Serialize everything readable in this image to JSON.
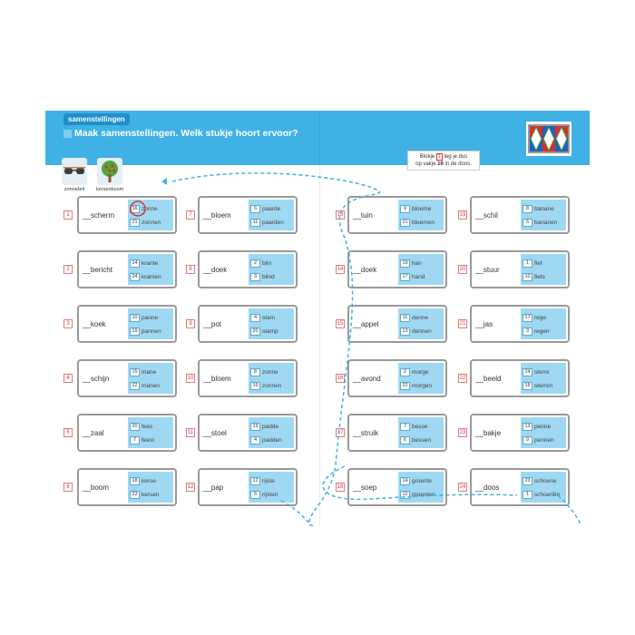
{
  "header": {
    "tag": "samenstellingen",
    "title": "Maak samenstellingen. Welk stukje hoort ervoor?"
  },
  "examples": [
    {
      "caption": "zonnebril"
    },
    {
      "caption": "kersenboom"
    }
  ],
  "note": {
    "line1_a": "Blokje",
    "box_num": "1",
    "line1_b": "leg je dus",
    "line2_a": "op vakje",
    "line2_num": "16",
    "line2_b": "in de doos."
  },
  "items": [
    {
      "num": "1",
      "word": "__scherm",
      "options": [
        {
          "n": "16",
          "t": "zonne"
        },
        {
          "n": "21",
          "t": "zonnen"
        }
      ]
    },
    {
      "num": "2",
      "word": "__bericht",
      "options": [
        {
          "n": "14",
          "t": "krante"
        },
        {
          "n": "24",
          "t": "kranten"
        }
      ]
    },
    {
      "num": "3",
      "word": "__koek",
      "options": [
        {
          "n": "10",
          "t": "panne"
        },
        {
          "n": "19",
          "t": "pannen"
        }
      ]
    },
    {
      "num": "4",
      "word": "__schijn",
      "options": [
        {
          "n": "15",
          "t": "mane"
        },
        {
          "n": "22",
          "t": "manen"
        }
      ]
    },
    {
      "num": "5",
      "word": "__zaal",
      "options": [
        {
          "n": "20",
          "t": "fees"
        },
        {
          "n": "7",
          "t": "feest"
        }
      ]
    },
    {
      "num": "6",
      "word": "__boom",
      "options": [
        {
          "n": "18",
          "t": "kerse"
        },
        {
          "n": "23",
          "t": "kersen"
        }
      ]
    },
    {
      "num": "7",
      "word": "__bloem",
      "options": [
        {
          "n": "6",
          "t": "paarde"
        },
        {
          "n": "11",
          "t": "paarden"
        }
      ]
    },
    {
      "num": "8",
      "word": "__doek",
      "options": [
        {
          "n": "2",
          "t": "blin"
        },
        {
          "n": "3",
          "t": "blind"
        }
      ]
    },
    {
      "num": "9",
      "word": "__pot",
      "options": [
        {
          "n": "4",
          "t": "stam"
        },
        {
          "n": "20",
          "t": "stamp"
        }
      ]
    },
    {
      "num": "10",
      "word": "__bloem",
      "options": [
        {
          "n": "8",
          "t": "zonne"
        },
        {
          "n": "16",
          "t": "zonnen"
        }
      ]
    },
    {
      "num": "11",
      "word": "__stoel",
      "options": [
        {
          "n": "15",
          "t": "padde"
        },
        {
          "n": "4",
          "t": "padden"
        }
      ]
    },
    {
      "num": "12",
      "word": "__pap",
      "options": [
        {
          "n": "12",
          "t": "rijste"
        },
        {
          "n": "5",
          "t": "rijsten"
        }
      ]
    },
    {
      "num": "13",
      "word": "__tuin",
      "options": [
        {
          "n": "9",
          "t": "bloeme"
        },
        {
          "n": "21",
          "t": "bloemen"
        }
      ]
    },
    {
      "num": "14",
      "word": "__doek",
      "options": [
        {
          "n": "19",
          "t": "han"
        },
        {
          "n": "17",
          "t": "hand"
        }
      ]
    },
    {
      "num": "15",
      "word": "__appel",
      "options": [
        {
          "n": "11",
          "t": "denne"
        },
        {
          "n": "13",
          "t": "dennen"
        }
      ]
    },
    {
      "num": "16",
      "word": "__avond",
      "options": [
        {
          "n": "2",
          "t": "morge"
        },
        {
          "n": "22",
          "t": "morgen"
        }
      ]
    },
    {
      "num": "17",
      "word": "__struik",
      "options": [
        {
          "n": "7",
          "t": "besse"
        },
        {
          "n": "6",
          "t": "bessen"
        }
      ]
    },
    {
      "num": "18",
      "word": "__soep",
      "options": [
        {
          "n": "14",
          "t": "groente"
        },
        {
          "n": "12",
          "t": "groenten"
        }
      ]
    },
    {
      "num": "19",
      "word": "__schil",
      "options": [
        {
          "n": "8",
          "t": "banane"
        },
        {
          "n": "5",
          "t": "bananen"
        }
      ]
    },
    {
      "num": "20",
      "word": "__stuur",
      "options": [
        {
          "n": "1",
          "t": "fiet"
        },
        {
          "n": "10",
          "t": "fiets"
        }
      ]
    },
    {
      "num": "21",
      "word": "__jas",
      "options": [
        {
          "n": "17",
          "t": "rege"
        },
        {
          "n": "3",
          "t": "regen"
        }
      ]
    },
    {
      "num": "22",
      "word": "__beeld",
      "options": [
        {
          "n": "24",
          "t": "sterre"
        },
        {
          "n": "18",
          "t": "sterren"
        }
      ]
    },
    {
      "num": "23",
      "word": "__bakje",
      "options": [
        {
          "n": "13",
          "t": "penne"
        },
        {
          "n": "9",
          "t": "pennen"
        }
      ]
    },
    {
      "num": "24",
      "word": "__doos",
      "options": [
        {
          "n": "23",
          "t": "schoene"
        },
        {
          "n": "1",
          "t": "schoenen"
        }
      ]
    }
  ]
}
